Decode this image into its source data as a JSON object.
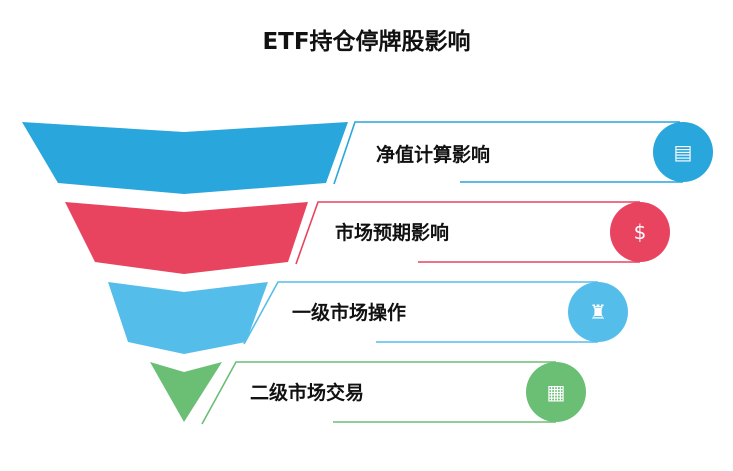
{
  "title": "ETF持仓停牌股影响",
  "stages": [
    {
      "label": "净值计算影响",
      "color": "#29a6dc",
      "icon": "store-icon"
    },
    {
      "label": "市场预期影响",
      "color": "#e8435f",
      "icon": "money-hand-icon"
    },
    {
      "label": "一级市场操作",
      "color": "#55bdea",
      "icon": "lighthouse-icon"
    },
    {
      "label": "二级市场交易",
      "color": "#6abf75",
      "icon": "tax-calculator-icon"
    }
  ]
}
